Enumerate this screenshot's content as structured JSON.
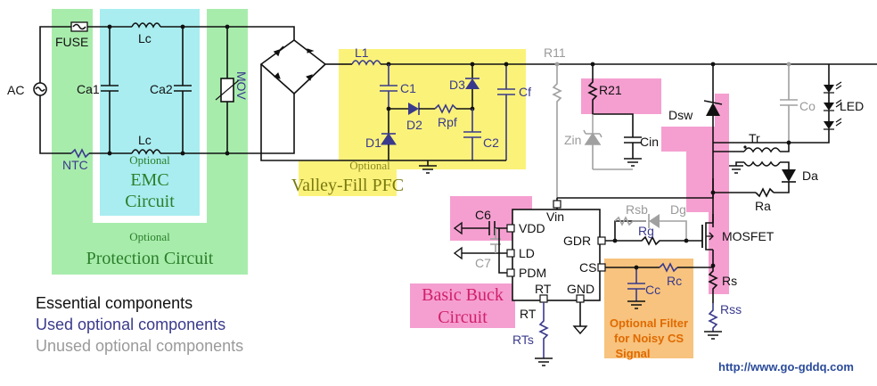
{
  "labels": {
    "ac": "AC",
    "fuse": "FUSE",
    "ntc": "NTC",
    "lc_top": "Lc",
    "lc_bottom": "Lc",
    "ca1": "Ca1",
    "ca2": "Ca2",
    "mov": "MOV",
    "l1": "L1",
    "c1": "C1",
    "d1": "D1",
    "d2": "D2",
    "d3": "D3",
    "rpf": "Rpf",
    "c2": "C2",
    "cf": "Cf",
    "r11": "R11",
    "r21": "R21",
    "zin": "Zin",
    "cin": "Cin",
    "dsw": "Dsw",
    "co": "Co",
    "led": "LED",
    "tr": "Tr",
    "da": "Da",
    "ra": "Ra",
    "c6": "C6",
    "c7": "C7",
    "vin": "Vin",
    "vdd": "VDD",
    "ld": "LD",
    "pdm": "PDM",
    "gdr": "GDR",
    "cs": "CS",
    "rt_pin": "RT",
    "gnd_pin": "GND",
    "rt": "RT",
    "rts": "RTs",
    "rsb": "Rsb",
    "dg": "Dg",
    "rg": "Rg",
    "mosfet": "MOSFET",
    "cc": "Cc",
    "rc": "Rc",
    "rs": "Rs",
    "rss": "Rss"
  },
  "blocks": {
    "emc_optional": "Optional",
    "emc_title_1": "EMC",
    "emc_title_2": "Circuit",
    "protection_optional": "Optional",
    "protection_title": "Protection Circuit",
    "pfc_optional": "Optional",
    "pfc_title": "Valley-Fill PFC",
    "buck_title_1": "Basic Buck",
    "buck_title_2": "Circuit",
    "filter_1": "Optional Filter",
    "filter_2": "for Noisy CS",
    "filter_3": "Signal"
  },
  "legend": {
    "essential": "Essential components",
    "used_optional": "Used optional components",
    "unused_optional": "Unused optional components"
  },
  "watermark": "http://www.go-gddq.com",
  "colors": {
    "protection_bg": "#a8ecac",
    "emc_bg": "#a9edf0",
    "pfc_bg": "#fbf27a",
    "buck_bg": "#f59fd0",
    "filter_bg": "#f7c37e",
    "essential": "#111111",
    "used_optional": "#3a3a8c",
    "unused_optional": "#9a9a9a",
    "block_title": "#2a7f2a",
    "filter_text": "#e06a00"
  }
}
